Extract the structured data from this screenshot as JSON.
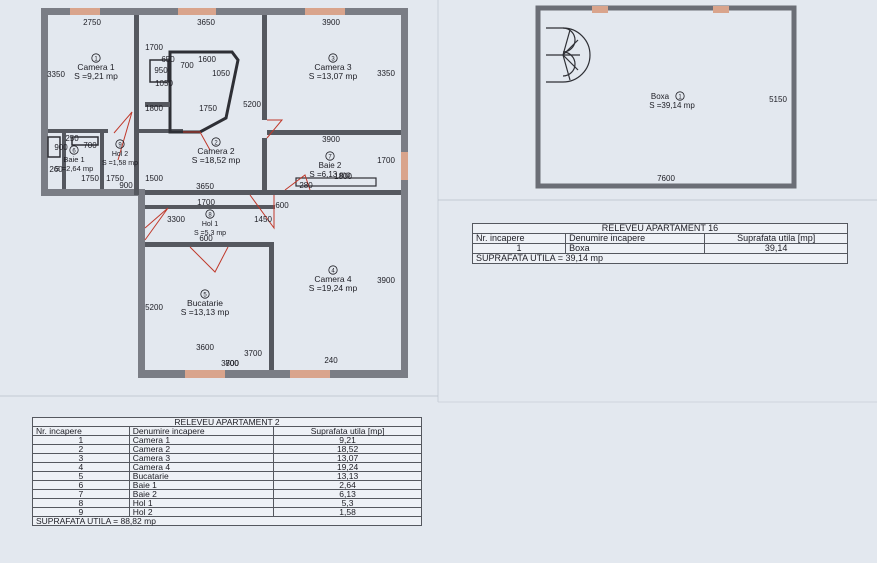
{
  "apt2_plan": {
    "rooms": [
      {
        "num": "1",
        "name": "Camera 1",
        "area": "S =9,21 mp"
      },
      {
        "num": "2",
        "name": "Camera 2",
        "area": "S =18,52 mp"
      },
      {
        "num": "3",
        "name": "Camera 3",
        "area": "S =13,07 mp"
      },
      {
        "num": "4",
        "name": "Camera 4",
        "area": "S =19,24 mp"
      },
      {
        "num": "5",
        "name": "Bucatarie",
        "area": "S =13,13 mp"
      },
      {
        "num": "6",
        "name": "Baie 1",
        "area": "S =2,64 mp"
      },
      {
        "num": "7",
        "name": "Baie 2",
        "area": "S =6,13 mp"
      },
      {
        "num": "8",
        "name": "Hol 1",
        "area": "S =5,3 mp"
      },
      {
        "num": "9",
        "name": "Hol 2",
        "area": "S =1,58 mp"
      }
    ],
    "dimensions": [
      "2750",
      "3650",
      "3900",
      "3350",
      "1700",
      "650",
      "1600",
      "950",
      "700",
      "1050",
      "1050",
      "3350",
      "1800",
      "1750",
      "5200",
      "3900",
      "250",
      "700",
      "900",
      "1700",
      "260",
      "1750",
      "1750",
      "900",
      "1500",
      "3650",
      "1800",
      "280",
      "1700",
      "3300",
      "600",
      "1450",
      "600",
      "3900",
      "5200",
      "3600",
      "3700",
      "800",
      "240",
      "3700"
    ]
  },
  "boxa_plan": {
    "room": {
      "num": "1",
      "name": "Boxa",
      "area": "S =39,14 mp"
    },
    "dimensions": [
      "5150",
      "7600"
    ]
  },
  "table16": {
    "title": "RELEVEU APARTAMENT 16",
    "headers": [
      "Nr. incapere",
      "Denumire incapere",
      "Suprafata utila [mp]"
    ],
    "rows": [
      [
        "1",
        "Boxa",
        "39,14"
      ]
    ],
    "total": "SUPRAFATA UTILA = 39,14 mp"
  },
  "table2": {
    "title": "RELEVEU APARTAMENT 2",
    "headers": [
      "Nr. incapere",
      "Denumire incapere",
      "Suprafata utila [mp]"
    ],
    "rows": [
      [
        "1",
        "Camera 1",
        "9,21"
      ],
      [
        "2",
        "Camera 2",
        "18,52"
      ],
      [
        "3",
        "Camera 3",
        "13,07"
      ],
      [
        "4",
        "Camera 4",
        "19,24"
      ],
      [
        "5",
        "Bucatarie",
        "13,13"
      ],
      [
        "6",
        "Baie 1",
        "2,64"
      ],
      [
        "7",
        "Baie 2",
        "6,13"
      ],
      [
        "8",
        "Hol 1",
        "5,3"
      ],
      [
        "9",
        "Hol 2",
        "1,58"
      ]
    ],
    "total": "SUPRAFATA UTILA = 88,82 mp"
  },
  "colors": {
    "paper": "#e6ebf2",
    "wall": "#2e2f35",
    "window": "#d9a48c",
    "door": "#c0392b",
    "ink": "#1d1d24"
  }
}
